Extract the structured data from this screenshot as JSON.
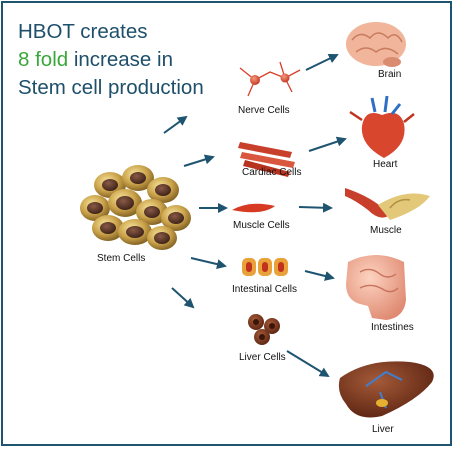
{
  "title": {
    "line1": "HBOT creates",
    "line2_highlight": "8 fold",
    "line2_rest": " increase in",
    "line3": "Stem cell production"
  },
  "colors": {
    "border": "#1e5470",
    "title": "#1e4f6b",
    "highlight": "#3aa73a",
    "arrow": "#1e5470"
  },
  "source": {
    "label": "Stem Cells"
  },
  "cells": [
    {
      "label": "Nerve Cells"
    },
    {
      "label": "Cardiac Cells"
    },
    {
      "label": "Muscle Cells"
    },
    {
      "label": "Intestinal Cells"
    },
    {
      "label": "Liver Cells"
    }
  ],
  "organs": [
    {
      "label": "Brain",
      "icon": "brain-icon"
    },
    {
      "label": "Heart",
      "icon": "heart-icon"
    },
    {
      "label": "Muscle",
      "icon": "muscle-icon"
    },
    {
      "label": "Intestines",
      "icon": "intestines-icon"
    },
    {
      "label": "Liver",
      "icon": "liver-icon"
    }
  ]
}
